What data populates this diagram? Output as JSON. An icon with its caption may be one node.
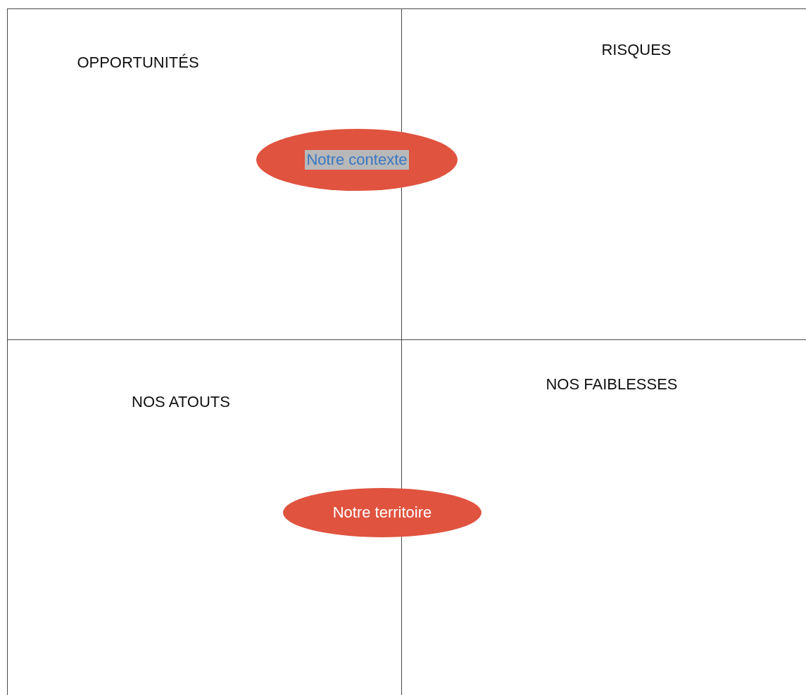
{
  "diagram": {
    "nodes": [
      {
        "text": [
          "OPPORTUNITÉS"
        ]
      },
      {
        "text": [
          "RISQUES"
        ]
      },
      {
        "text": [
          "NOS ATOUTS"
        ]
      },
      {
        "text": [
          "NOS FAIBLESSES"
        ]
      },
      {
        "text": [
          "Notre contexte"
        ]
      },
      {
        "text": [
          "Notre territoire"
        ]
      }
    ]
  }
}
